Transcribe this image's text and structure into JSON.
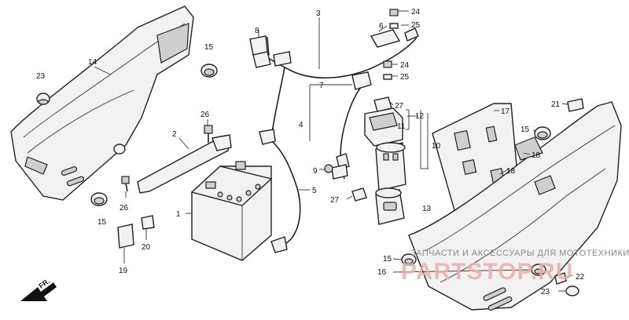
{
  "callouts": {
    "c1": "1",
    "c2": "2",
    "c3": "3",
    "c4": "4",
    "c5": "5",
    "c6": "6",
    "c7": "7",
    "c8": "8",
    "c9": "9",
    "c10": "10",
    "c11": "11",
    "c12": "12",
    "c13": "13",
    "c14": "14",
    "c15a": "15",
    "c15b": "15",
    "c15c": "15",
    "c15d": "15",
    "c16": "16",
    "c17": "17",
    "c18a": "18",
    "c18b": "18",
    "c19": "19",
    "c20": "20",
    "c21": "21",
    "c22": "22",
    "c23a": "23",
    "c23b": "23",
    "c24a": "24",
    "c24b": "24",
    "c25a": "25",
    "c25b": "25",
    "c26a": "26",
    "c26b": "26",
    "c27a": "27",
    "c27b": "27"
  },
  "direction_label": "FR.",
  "watermark": {
    "line": "ЗАПЧАСТИ И АКСЕССУАРЫ ДЛЯ МОТОТЕХНИКИ",
    "brand": "PARTSTOP.RU"
  }
}
